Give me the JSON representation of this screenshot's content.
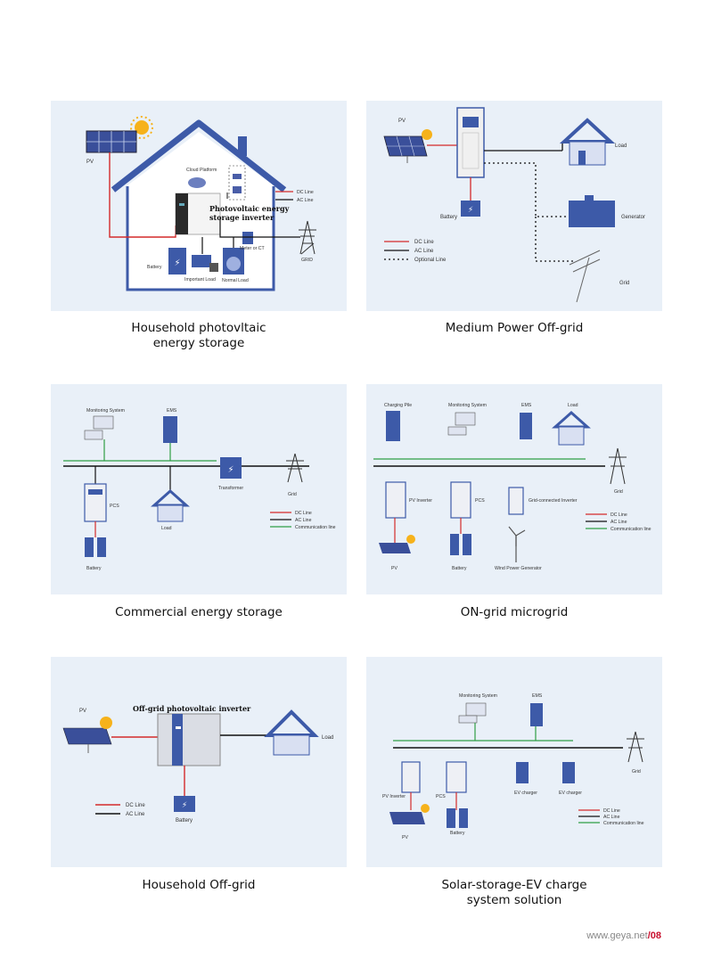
{
  "captions": {
    "p1_line1": "Household photovltaic",
    "p1_line2": "energy storage",
    "p2": "Medium Power Off-grid",
    "p3": "Commercial energy storage",
    "p4": "ON-grid microgrid",
    "p5": "Household Off-grid",
    "p6_line1": "Solar-storage-EV charge",
    "p6_line2": "system solution"
  },
  "p1": {
    "pv": "PV",
    "cloud": "Cloud Platform",
    "inverter_l1": "Photovoltaic energy",
    "inverter_l2": "storage inverter",
    "battery": "Battery",
    "important_load": "Important Load",
    "normal_load": "Normal Load",
    "meter": "Meter or CT",
    "grid": "GRID",
    "dc": "DC Line",
    "ac": "AC Line"
  },
  "p2": {
    "pv": "PV",
    "load": "Load",
    "battery": "Battery",
    "generator": "Generator",
    "grid": "Grid",
    "dc": "DC Line",
    "ac": "AC Line",
    "opt": "Optional Line"
  },
  "p3": {
    "monitoring": "Monitoring System",
    "ems": "EMS",
    "transformer": "Transformer",
    "grid": "Grid",
    "pcs": "PCS",
    "load": "Load",
    "battery": "Battery",
    "dc": "DC Line",
    "ac": "AC Line",
    "comm": "Communication line"
  },
  "p4": {
    "charging": "Charging Pile",
    "monitoring": "Monitoring System",
    "ems": "EMS",
    "load": "Load",
    "grid": "Grid",
    "pv_inverter": "PV Inverter",
    "pcs": "PCS",
    "grid_inverter": "Grid-connected Inverter",
    "pv": "PV",
    "battery": "Battery",
    "wind": "Wind Power Generator",
    "dc": "DC Line",
    "ac": "AC Line",
    "comm": "Communication line"
  },
  "p5": {
    "pv": "PV",
    "inverter": "Off-grid photovoltaic inverter",
    "load": "Load",
    "battery": "Battery",
    "dc": "DC Line",
    "ac": "AC Line"
  },
  "p6": {
    "monitoring": "Monitoring System",
    "ems": "EMS",
    "grid": "Grid",
    "pv_inverter": "PV Inverter",
    "pcs": "PCS",
    "ev1": "EV charger",
    "ev2": "EV charger",
    "pv": "PV",
    "battery": "Battery",
    "dc": "DC Line",
    "ac": "AC Line",
    "comm": "Communication line"
  },
  "footer": {
    "site": "www.geya.net",
    "sep": "/",
    "page": "08"
  },
  "colors": {
    "dc": "#d42a2a",
    "ac": "#111111",
    "comm": "#2f9e44",
    "house": "#3d5aa8",
    "panel_bg": "#e9f0f8"
  }
}
